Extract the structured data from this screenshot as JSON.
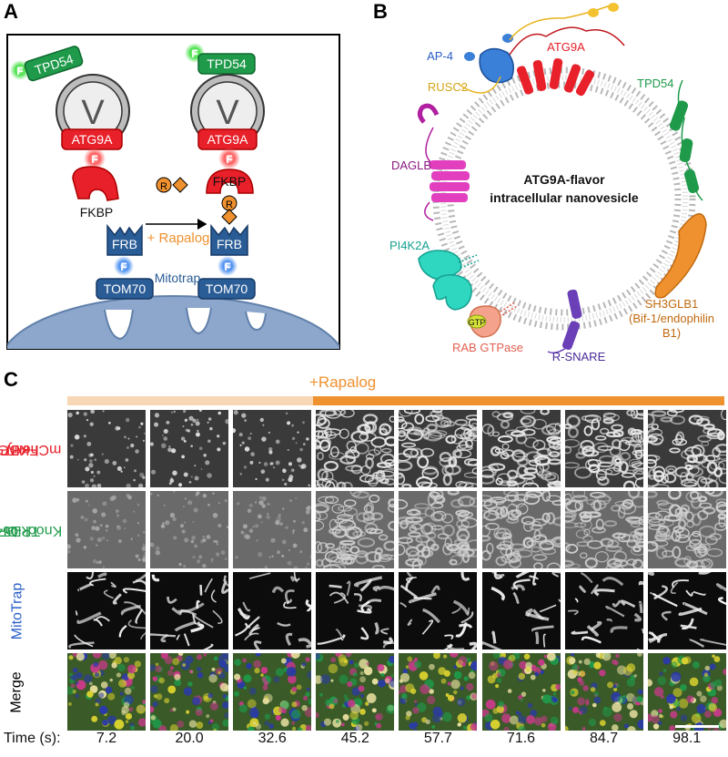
{
  "panels": {
    "a": "A",
    "b": "B",
    "c": "C"
  },
  "panel_a": {
    "tpd54": "TPD54",
    "f": "F",
    "v": "V",
    "atg9a": "ATG9A",
    "fkbp": "FKBP",
    "r": "R",
    "frb": "FRB",
    "rapalog": "+ Rapalog",
    "mitotrap": "Mitotrap",
    "tom70": "TOM70"
  },
  "panel_b": {
    "center_line1": "ATG9A-flavor",
    "center_line2": "intracellular nanovesicle",
    "ap4": "AP-4",
    "atg9a": "ATG9A",
    "rusc2": "RUSC2",
    "tpd54": "TPD54",
    "daglb": "DAGLB",
    "pi4k2a": "PI4K2A",
    "sh3glb1_l1": "SH3GLB1",
    "sh3glb1_l2": "(Bif-1/endophilin",
    "sh3glb1_l3": "B1)",
    "gtp": "GTP",
    "rab": "RAB GTPase",
    "rsnare": "R-SNARE"
  },
  "panel_c": {
    "rapalog": "+Rapalog",
    "rows": [
      {
        "line1": "ATG9A-",
        "line2": "FKBP-",
        "line3": "mCherry",
        "color": "#e8202a"
      },
      {
        "line1": "GFP-",
        "line2": "TPD54",
        "line3": "Knock-in",
        "color": "#24a148"
      },
      {
        "line1": "MitoTrap",
        "line2": "",
        "line3": "",
        "color": "#2a5fc8"
      },
      {
        "line1": "Merge",
        "line2": "",
        "line3": "",
        "color": "#000000"
      }
    ],
    "time_label": "Time (s):",
    "times": [
      "7.2",
      "20.0",
      "32.6",
      "45.2",
      "57.7",
      "71.6",
      "84.7",
      "98.1"
    ]
  },
  "colors": {
    "red": "#e8202a",
    "green": "#1f9a4a",
    "blue": "#2a5c96",
    "orange": "#f0912f",
    "light_orange": "#f8d7b6",
    "magenta": "#e23fbf",
    "cyan": "#2fd6c0",
    "purple": "#6a3fb8",
    "salmon": "#f4a28c"
  }
}
